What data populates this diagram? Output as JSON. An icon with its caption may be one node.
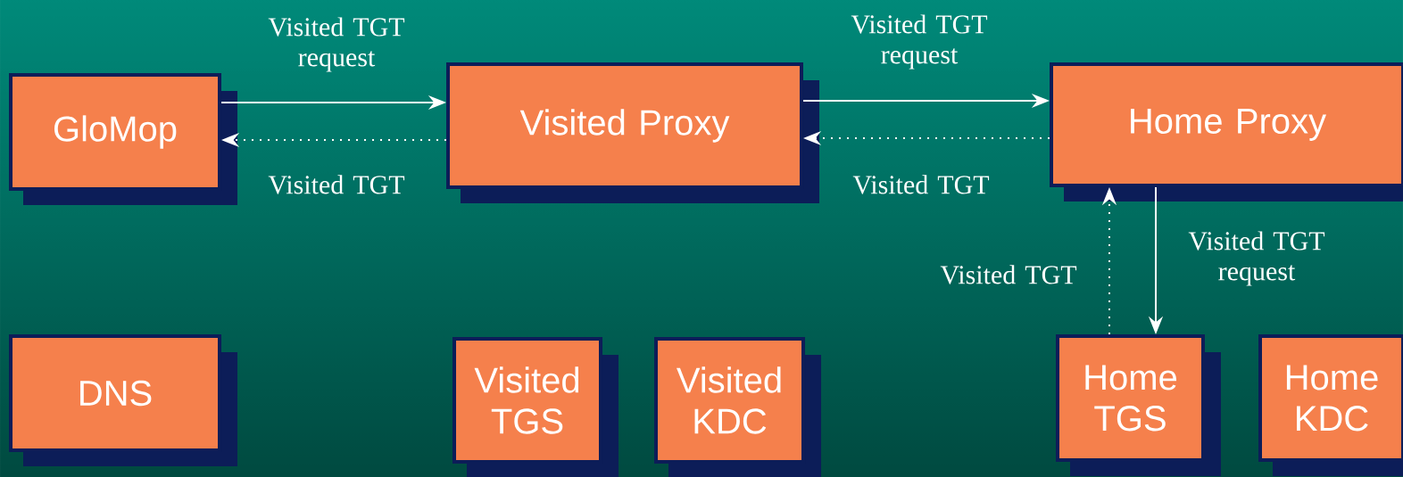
{
  "diagram": {
    "nodes": [
      {
        "text": [
          "GloMop"
        ]
      },
      {
        "text": [
          "Visited Proxy"
        ]
      },
      {
        "text": [
          "Home Proxy"
        ]
      },
      {
        "text": [
          "DNS"
        ]
      },
      {
        "text": [
          "Visited TGS"
        ]
      },
      {
        "text": [
          "Visited KDC"
        ]
      },
      {
        "text": [
          "Home TGS"
        ]
      },
      {
        "text": [
          "Home KDC"
        ]
      }
    ],
    "edges": [
      {
        "from": 0,
        "to": 1,
        "arrow": "to",
        "label": "Visited TGT request"
      },
      {
        "from": 1,
        "to": 0,
        "arrow": "to",
        "label": "Visited TGT",
        "style": "dashed"
      },
      {
        "from": 1,
        "to": 2,
        "arrow": "to",
        "label": "Visited TGT request"
      },
      {
        "from": 2,
        "to": 1,
        "arrow": "to",
        "label": "Visited TGT",
        "style": "dashed"
      },
      {
        "from": 2,
        "to": 6,
        "arrow": "to",
        "label": "Visited TGT request"
      },
      {
        "from": 6,
        "to": 2,
        "arrow": "to",
        "label": "Visited TGT",
        "style": "dashed"
      }
    ]
  }
}
